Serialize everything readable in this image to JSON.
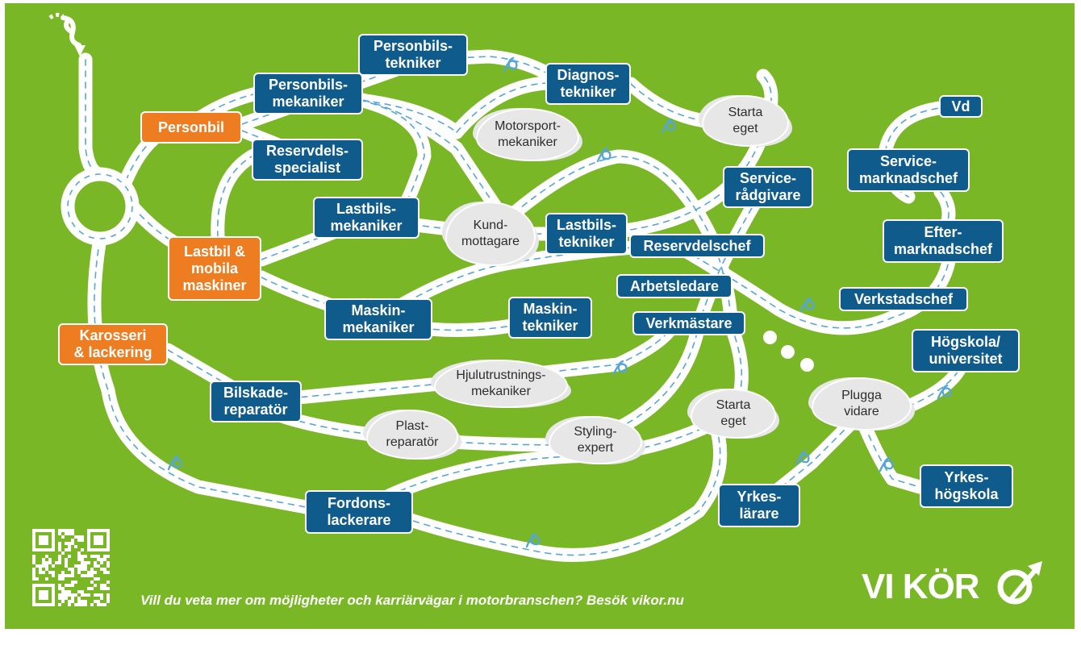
{
  "colors": {
    "background": "#7ab727",
    "node_blue": "#0f5b8c",
    "node_orange": "#ee7d22",
    "cloud": "#e7e7e7",
    "lane": "#56a6d6"
  },
  "entry_points": [
    {
      "id": "personbil",
      "label": "Personbil"
    },
    {
      "id": "lastbil",
      "label": "Lastbil &\nmobila\nmaskiner"
    },
    {
      "id": "karosseri",
      "label": "Karosseri\n& lackering"
    }
  ],
  "careers": [
    {
      "id": "personbilstekniker",
      "label": "Personbils-\ntekniker"
    },
    {
      "id": "personbilsmekaniker",
      "label": "Personbils-\nmekaniker"
    },
    {
      "id": "diagnostekniker",
      "label": "Diagnos-\ntekniker"
    },
    {
      "id": "reservdelsspecialist",
      "label": "Reservdels-\nspecialist"
    },
    {
      "id": "lastbilsmekaniker",
      "label": "Lastbils-\nmekaniker"
    },
    {
      "id": "lastbilstekniker",
      "label": "Lastbils-\ntekniker"
    },
    {
      "id": "serviceradgivare",
      "label": "Service-\nrådgivare"
    },
    {
      "id": "reservdelschef",
      "label": "Reservdelschef"
    },
    {
      "id": "arbetsledare",
      "label": "Arbetsledare"
    },
    {
      "id": "verkmastare",
      "label": "Verkmästare"
    },
    {
      "id": "maskinmekaniker",
      "label": "Maskin-\nmekaniker"
    },
    {
      "id": "maskintekniker",
      "label": "Maskin-\ntekniker"
    },
    {
      "id": "bilskadereparator",
      "label": "Bilskade-\nreparatör"
    },
    {
      "id": "fordonslackerare",
      "label": "Fordons-\nlackerare"
    },
    {
      "id": "vd",
      "label": "Vd"
    },
    {
      "id": "servicemarknadschef",
      "label": "Service-\nmarknadschef"
    },
    {
      "id": "eftermarknadschef",
      "label": "Efter-\nmarknadschef"
    },
    {
      "id": "verkstadschef",
      "label": "Verkstadschef"
    },
    {
      "id": "hogskola",
      "label": "Högskola/\nuniversitet"
    },
    {
      "id": "yrkeshogskola",
      "label": "Yrkes-\nhögskola"
    },
    {
      "id": "yrkeslarare",
      "label": "Yrkes-\nlärare"
    }
  ],
  "clouds": [
    {
      "id": "motorsport",
      "label": "Motorsport-\nmekaniker"
    },
    {
      "id": "starta_eget_1",
      "label": "Starta\neget"
    },
    {
      "id": "kundmottagare",
      "label": "Kund-\nmottagare"
    },
    {
      "id": "hjulutrustning",
      "label": "Hjulutrustnings-\nmekaniker"
    },
    {
      "id": "plastreparator",
      "label": "Plast-\nreparatör"
    },
    {
      "id": "stylingexpert",
      "label": "Styling-\nexpert"
    },
    {
      "id": "starta_eget_2",
      "label": "Starta\neget"
    },
    {
      "id": "plugga_vidare",
      "label": "Plugga\nvidare"
    }
  ],
  "footer": {
    "text": "Vill du veta mer om möjligheter och karriärvägar i motorbranschen? Besök vikor.nu",
    "logo_text": "VI KÖR"
  },
  "icons": [
    "start-loop-icon",
    "loop-icon",
    "qr-code-icon",
    "logo-arrow-icon"
  ]
}
